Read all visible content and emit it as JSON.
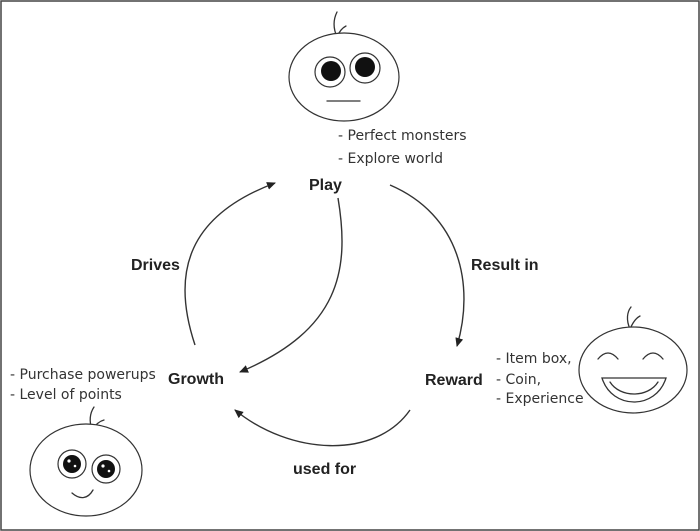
{
  "nodes": {
    "play": {
      "label": "Play",
      "notes": [
        "- Perfect monsters",
        "- Explore world"
      ]
    },
    "reward": {
      "label": "Reward",
      "notes": [
        "- Item box,",
        "- Coin,",
        "- Experience"
      ]
    },
    "growth": {
      "label": "Growth",
      "notes": [
        "- Purchase powerups",
        "- Level of points"
      ]
    }
  },
  "edges": {
    "play_to_reward": "Result in",
    "reward_to_growth": "used for",
    "growth_to_play": "Drives"
  },
  "faces": {
    "play": "neutral-face-icon",
    "reward": "laughing-face-icon",
    "growth": "smiling-face-icon"
  }
}
